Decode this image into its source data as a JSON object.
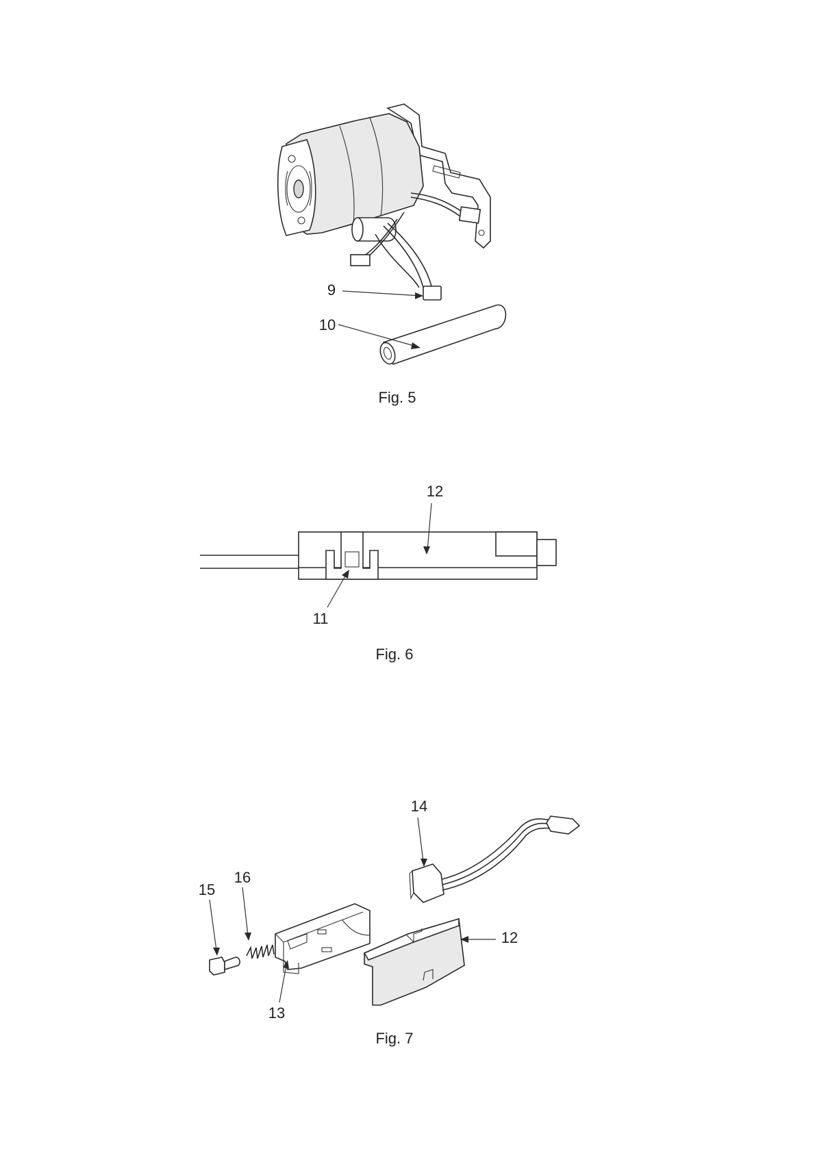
{
  "figures": [
    {
      "caption": "Fig. 5",
      "labels": {
        "connector": "9",
        "tube": "10"
      }
    },
    {
      "caption": "Fig. 6",
      "labels": {
        "housing": "12",
        "slot": "11"
      }
    },
    {
      "caption": "Fig. 7",
      "labels": {
        "switch": "14",
        "pin": "15",
        "spring": "16",
        "housing": "12",
        "carrier": "13"
      }
    }
  ]
}
